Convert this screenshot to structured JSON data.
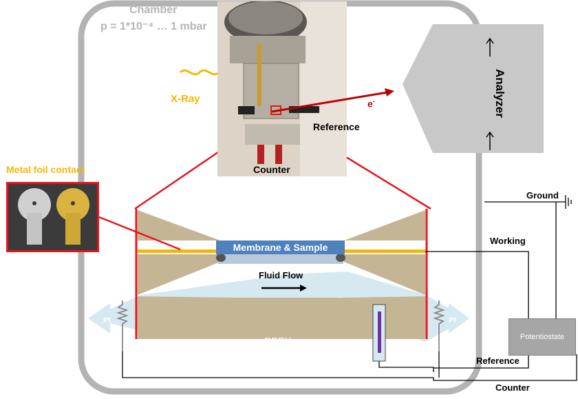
{
  "chamber": {
    "title": "Chamber",
    "pressure": "p = 1*10⁻⁴ … 1 mbar"
  },
  "beam": {
    "xray_label": "X-Ray",
    "electron_label": "e",
    "electron_sup": "-"
  },
  "photo": {
    "reference_label": "Reference",
    "counter_label": "Counter"
  },
  "analyzer": {
    "label": "Analyzer"
  },
  "foil": {
    "title": "Metal foil contact"
  },
  "cell": {
    "membrane_label": "Membrane & Sample",
    "flow_label": "Fluid Flow",
    "body_label": "PEEK",
    "pt_left": "Pt",
    "pt_right": "Pt"
  },
  "circuit": {
    "ground": "Ground",
    "working": "Working",
    "reference": "Reference",
    "counter": "Counter",
    "potentiostat": "Potentiostate"
  },
  "colors": {
    "chamber_outline": "#b3b3b3",
    "zoom_lines": "#e8141c",
    "xray": "#f5b800",
    "electron": "#c00000",
    "peek": "#c4b595",
    "membrane": "#4f81bd",
    "fluid": "#d6e8f0",
    "analyzer": "#c8c8c8",
    "potentiostat": "#a6a6a6"
  }
}
